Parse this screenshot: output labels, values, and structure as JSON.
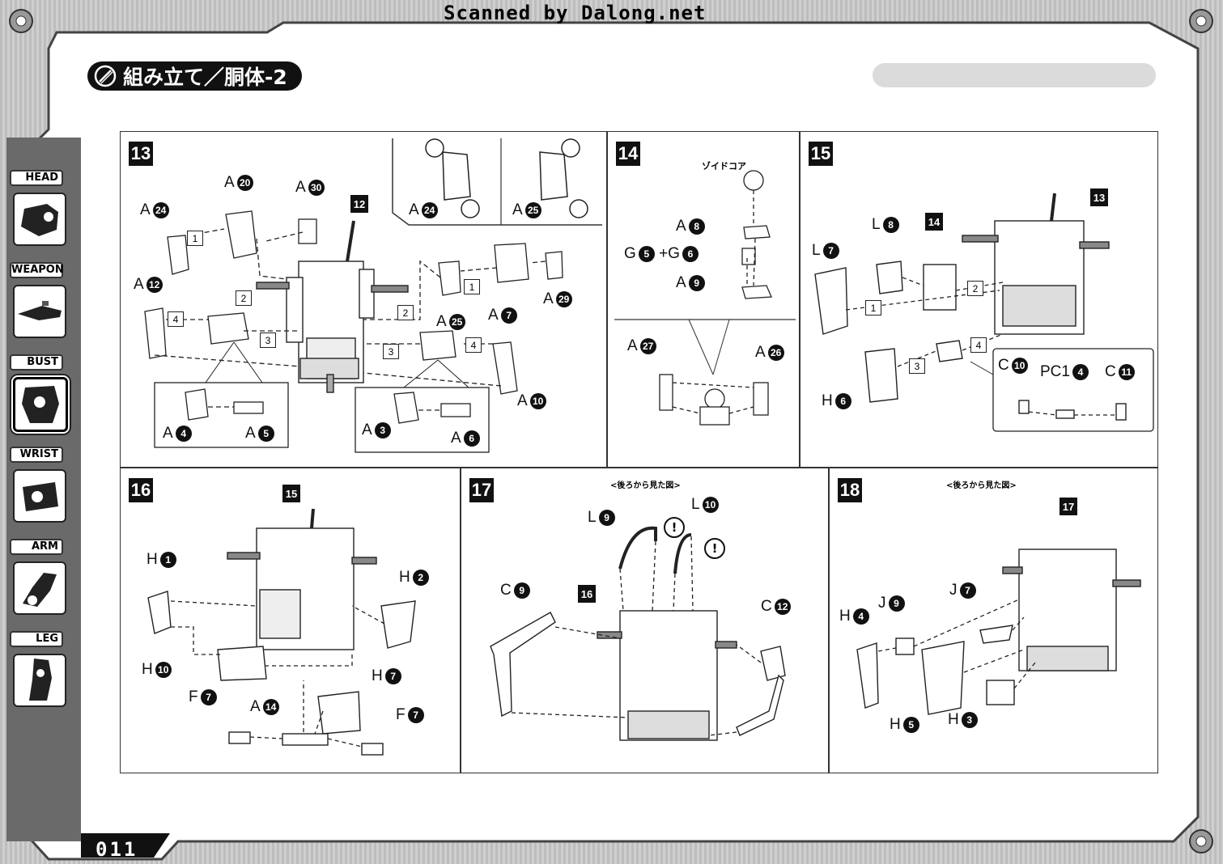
{
  "header": {
    "scan_credit": "Scanned by Dalong.net",
    "section_title": "組み立て／胴体-2"
  },
  "sidebar": {
    "items": [
      {
        "label": "HEAD",
        "icon": "head-part-icon"
      },
      {
        "label": "WEAPON",
        "icon": "weapon-part-icon"
      },
      {
        "label": "BUST",
        "icon": "bust-part-icon",
        "active": true
      },
      {
        "label": "WRIST",
        "icon": "wrist-part-icon"
      },
      {
        "label": "ARM",
        "icon": "arm-part-icon"
      },
      {
        "label": "LEG",
        "icon": "leg-part-icon"
      }
    ]
  },
  "page_number": "011",
  "steps": {
    "s13": {
      "number": "13",
      "ref_step": "12",
      "labels": [
        "A",
        "A",
        "A",
        "A",
        "A",
        "A",
        "A",
        "A",
        "A",
        "A",
        "A",
        "A",
        "A",
        "A"
      ],
      "parts": [
        "24",
        "20",
        "30",
        "12",
        "25",
        "7",
        "29",
        "10",
        "4",
        "5",
        "3",
        "6",
        "24",
        "25"
      ],
      "seq": [
        "1",
        "2",
        "4",
        "3",
        "1",
        "2",
        "3",
        "4"
      ]
    },
    "s14": {
      "number": "14",
      "core_label": "ゾイドコア",
      "labels": [
        "A",
        "G",
        "+G",
        "A",
        "A",
        "A"
      ],
      "parts": [
        "8",
        "5",
        "6",
        "9",
        "27",
        "26"
      ]
    },
    "s15": {
      "number": "15",
      "ref_step_a": "14",
      "ref_step_b": "13",
      "labels": [
        "L",
        "L",
        "H",
        "C",
        "PC1",
        "C"
      ],
      "parts": [
        "8",
        "7",
        "6",
        "10",
        "4",
        "11"
      ],
      "seq": [
        "1",
        "2",
        "3",
        "4"
      ]
    },
    "s16": {
      "number": "16",
      "ref_step": "15",
      "labels": [
        "H",
        "H",
        "H",
        "H",
        "F",
        "A",
        "F"
      ],
      "parts": [
        "1",
        "2",
        "10",
        "7",
        "7",
        "14",
        "7"
      ]
    },
    "s17": {
      "number": "17",
      "ref_step": "16",
      "view_note": "<後ろから見た図>",
      "labels": [
        "L",
        "L",
        "C",
        "C"
      ],
      "parts": [
        "9",
        "10",
        "9",
        "12"
      ],
      "warning": "!"
    },
    "s18": {
      "number": "18",
      "ref_step": "17",
      "view_note": "<後ろから見た図>",
      "labels": [
        "H",
        "J",
        "J",
        "H",
        "H"
      ],
      "parts": [
        "4",
        "9",
        "7",
        "5",
        "3"
      ]
    }
  }
}
